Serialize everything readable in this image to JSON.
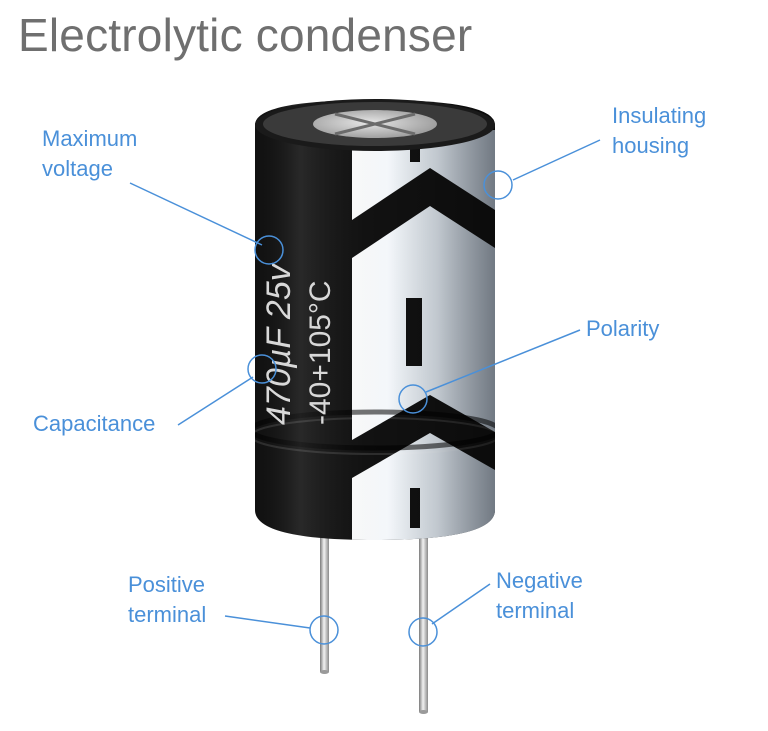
{
  "title": "Electrolytic condenser",
  "capacitor": {
    "capacitance_text": "470µF 25v",
    "temperature_text": "-40+105°C"
  },
  "labels": {
    "maximum_voltage": [
      "Maximum",
      "voltage"
    ],
    "capacitance": [
      "Capacitance"
    ],
    "insulating_housing": [
      "Insulating",
      "housing"
    ],
    "polarity": [
      "Polarity"
    ],
    "positive_terminal": [
      "Positive",
      "terminal"
    ],
    "negative_terminal": [
      "Negative",
      "terminal"
    ]
  },
  "colors": {
    "title": "#6f6f6f",
    "callout": "#4a90d9",
    "sleeve_dark": "#111111",
    "stripe_light": "#e8eef5",
    "lead": "#b5b5b5"
  }
}
